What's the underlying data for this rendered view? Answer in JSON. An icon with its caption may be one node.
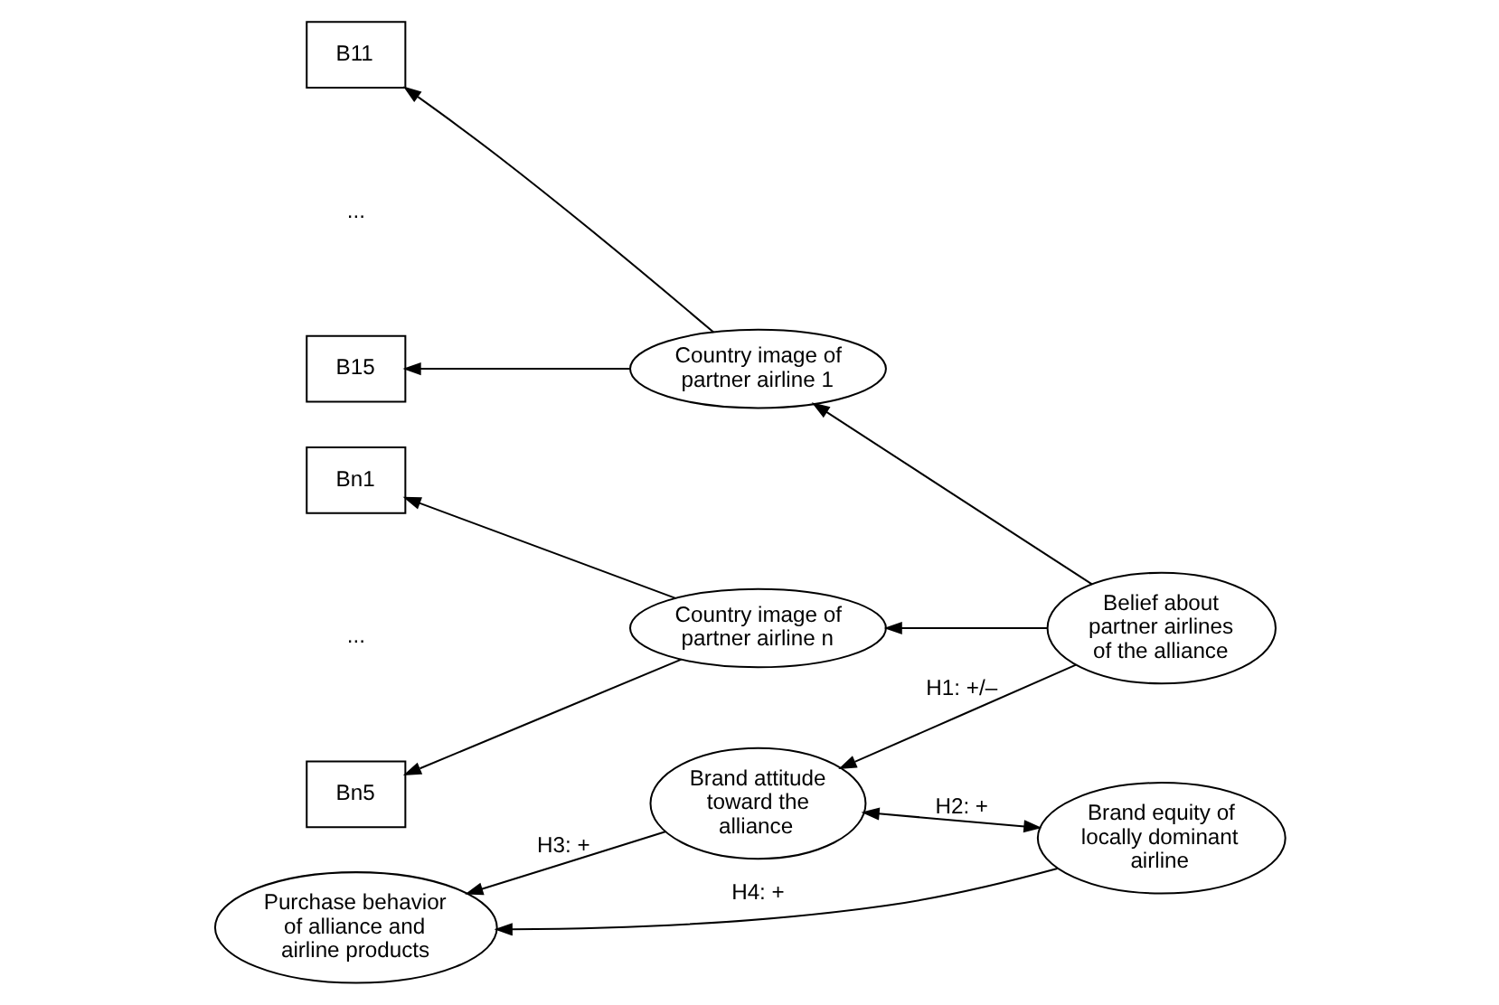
{
  "diagram": {
    "nodes": [
      {
        "text": [
          "B11"
        ]
      },
      {
        "text": [
          "B15"
        ]
      },
      {
        "text": [
          "Bn1"
        ]
      },
      {
        "text": [
          "Bn5"
        ]
      },
      {
        "text": [
          "Country image of partner airline 1"
        ]
      },
      {
        "text": [
          "Country image of partner airline n"
        ]
      },
      {
        "text": [
          "Belief about partner airlines of the alliance"
        ]
      },
      {
        "text": [
          "Brand attitude toward the alliance"
        ]
      },
      {
        "text": [
          "Purchase behavior of alliance and airline products"
        ]
      },
      {
        "text": [
          "Brand equity of locally dominant airline"
        ]
      }
    ],
    "edges": [
      {
        "from": 4,
        "to": 0,
        "arrow": "to"
      },
      {
        "from": 4,
        "to": 1,
        "arrow": "to"
      },
      {
        "from": 6,
        "to": 4,
        "arrow": "to"
      },
      {
        "from": 6,
        "to": 5,
        "arrow": "to"
      },
      {
        "from": 5,
        "to": 2,
        "arrow": "to"
      },
      {
        "from": 5,
        "to": 3,
        "arrow": "to"
      },
      {
        "from": 6,
        "to": 7,
        "arrow": "to",
        "label": "H1: +/–"
      },
      {
        "from": 9,
        "to": 7,
        "arrow": "both",
        "label": "H2: +"
      },
      {
        "from": 7,
        "to": 8,
        "arrow": "to",
        "label": "H3: +"
      },
      {
        "from": 9,
        "to": 8,
        "arrow": "to",
        "label": "H4: +"
      }
    ],
    "labels": [
      "...",
      "..."
    ]
  }
}
